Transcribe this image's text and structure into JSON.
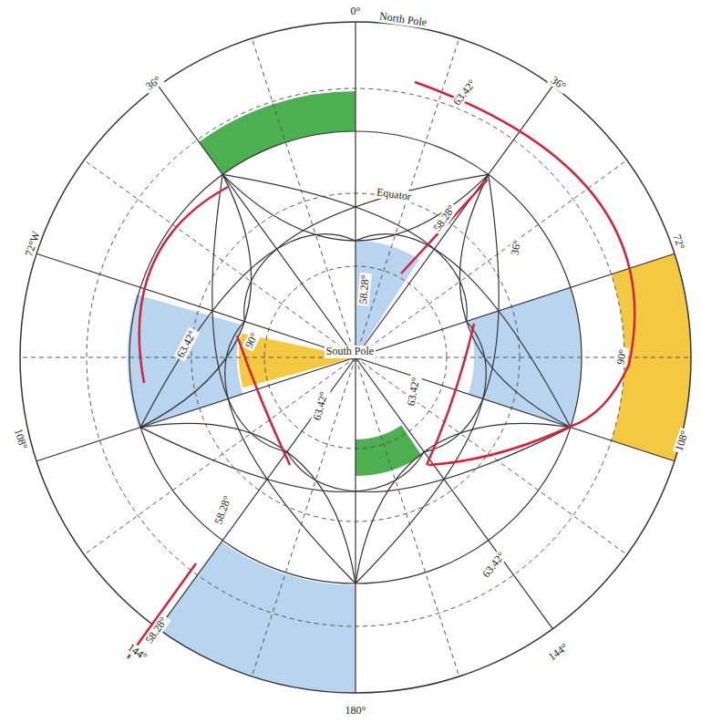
{
  "diagram": {
    "labels": [
      "0°",
      "North Pole",
      "36°",
      "36°",
      "72°W",
      "72°",
      "108°",
      "108°",
      "144°",
      "144°",
      "180°",
      "Equator",
      "South Pole",
      "63.42°",
      "58.28°",
      "58.28°",
      "36°",
      "90°",
      "63.42°",
      "90°",
      "63.42°",
      "63.42°",
      "58.28°",
      "63.42°",
      "58.28°"
    ]
  }
}
